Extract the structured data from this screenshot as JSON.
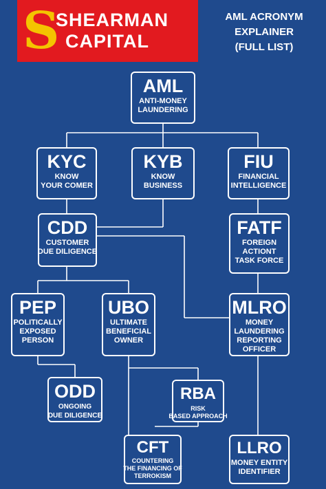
{
  "brand": {
    "logo_letter": "S",
    "name_line1": "SHEARMAN",
    "name_line2": "CAPITAL"
  },
  "header": {
    "title_lines": [
      "AML ACRONYM",
      "EXPLAINER",
      "(FULL LIST)"
    ]
  },
  "nodes": {
    "aml": {
      "abbr": "AML",
      "full": [
        "ANTI-MONEY",
        "LAUNDERING"
      ]
    },
    "kyc": {
      "abbr": "KYC",
      "full": [
        "KNOW",
        "YOUR COMER"
      ]
    },
    "kyb": {
      "abbr": "KYB",
      "full": [
        "KNOW",
        "BUSINESS"
      ]
    },
    "fiu": {
      "abbr": "FIU",
      "full": [
        "FINANCIAL",
        "INTELLIGENCE"
      ]
    },
    "cdd": {
      "abbr": "CDD",
      "full": [
        "CUSTOMER",
        "DUE DILIGENCE"
      ]
    },
    "fatf": {
      "abbr": "FATF",
      "full": [
        "FOREIGN",
        "ACTIONT",
        "TASK FORCE"
      ]
    },
    "pep": {
      "abbr": "PEP",
      "full": [
        "POLITICALLY",
        "EXPOSED",
        "PERSON"
      ]
    },
    "ubo": {
      "abbr": "UBO",
      "full": [
        "ULTIMATE",
        "BENEFICIAL",
        "OWNER"
      ]
    },
    "mlro": {
      "abbr": "MLRO",
      "full": [
        "MONEY",
        "LAUNDERING",
        "REPORTING",
        "OFFICER"
      ]
    },
    "odd": {
      "abbr": "ODD",
      "full": [
        "ONGOING",
        "DUE DILIGENCE"
      ]
    },
    "rba": {
      "abbr": "RBA",
      "full": [
        "RISK",
        "BASED APPROACH"
      ]
    },
    "cft": {
      "abbr": "CFT",
      "full": [
        "COUNTERING",
        "THE FINANCING OF",
        "TERROKISM"
      ]
    },
    "llro": {
      "abbr": "LLRO",
      "full": [
        "MONEY ENTITY",
        "IDENTIFIER"
      ]
    }
  },
  "colors": {
    "background": "#1f4a8d",
    "brand_red": "#e21a1f",
    "logo_yellow": "#f4c400",
    "line": "#ffffff"
  }
}
